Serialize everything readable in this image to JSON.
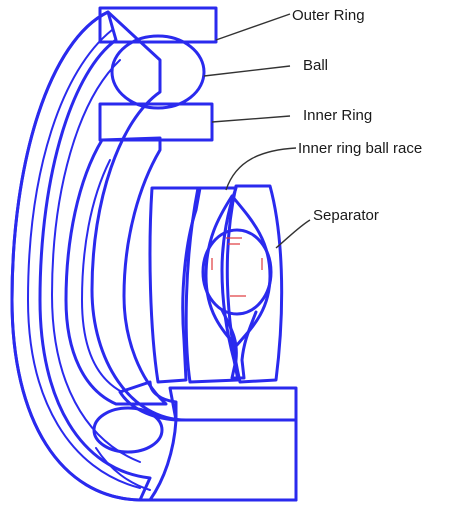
{
  "labels": {
    "outer_ring": "Outer Ring",
    "ball": "Ball",
    "inner_ring": "Inner Ring",
    "inner_ring_ball_race": "Inner ring ball race",
    "separator": "Separator"
  },
  "colors": {
    "outline": "#2a2aee",
    "hatch": "#e0383c",
    "leader": "#333333"
  }
}
